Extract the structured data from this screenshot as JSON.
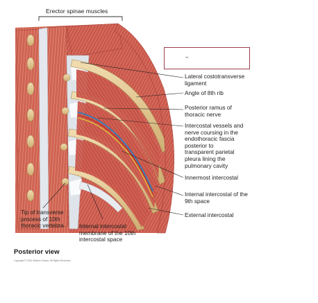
{
  "labels": {
    "erector_spinae": "Erector spinae muscles",
    "lateral_costotransverse": [
      "Lateral costotransverse",
      "ligament"
    ],
    "angle_8th_rib": "Angle of 8th rib",
    "posterior_ramus": [
      "Posterior ramus of",
      "thoracic nerve"
    ],
    "intercostal_vessels": [
      "Intercostal vessels and",
      "nerve coursing in the",
      "endothoracic fascia",
      "posterior to",
      "transparent parietal",
      "pleura lining the",
      "pulmonary cavity"
    ],
    "innermost_intercostal": "Innermost intercostal",
    "internal_intercostal_9th": [
      "Internal intercostal of the",
      "9th space"
    ],
    "external_intercostal": "External intercostal",
    "tip_transverse": [
      "Tip of transverse",
      "process of 10th",
      "thoracic vertebra"
    ],
    "internal_intercostal_membrane": [
      "Internal intercostal",
      "membrane of the 10th",
      "intercostal space"
    ]
  },
  "view_label": "Posterior view",
  "copyright": "Copyright © 2014 Wolters Kluwer. All Rights Reserved.",
  "highlight_box_text": "••",
  "colors": {
    "muscle": "#c8584c",
    "rib": "#e8cf9c",
    "fascia": "#dfe4ea",
    "box": "#9a3e4c"
  }
}
